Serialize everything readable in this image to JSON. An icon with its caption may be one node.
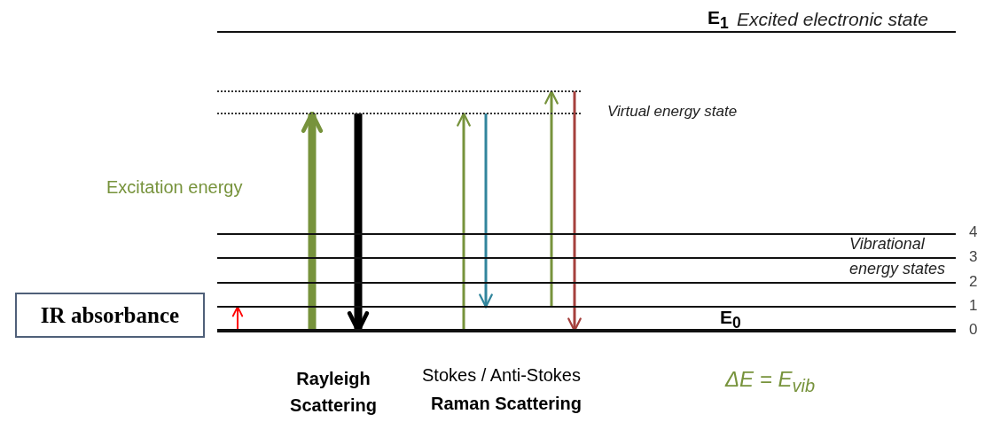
{
  "diagram": {
    "nodes": [
      {
        "text": [
          "IR absorbance"
        ]
      },
      {
        "text": [],
        "shape": "bar",
        "beside": [
          "E$_{0}$",
          "0"
        ]
      },
      {
        "text": [],
        "shape": "bar",
        "beside": [
          "1"
        ]
      },
      {
        "text": [],
        "shape": "bar",
        "beside": [
          "2"
        ]
      },
      {
        "text": [],
        "shape": "bar",
        "beside": [
          "3"
        ]
      },
      {
        "text": [],
        "shape": "bar",
        "beside": [
          "4"
        ]
      },
      {
        "text": [],
        "shape": "bar",
        "beside": [
          "Virtual energy state"
        ]
      },
      {
        "text": [],
        "shape": "bar"
      },
      {
        "text": [],
        "shape": "bar",
        "beside": [
          "E$_{1}$",
          "Excited electronic state"
        ]
      }
    ],
    "edges": [
      {
        "from": 1,
        "to": 2,
        "arrow": "to",
        "color": "#ff0000"
      },
      {
        "from": 1,
        "to": 6,
        "arrow": "to",
        "style": "thick"
      },
      {
        "from": 6,
        "to": 1,
        "arrow": "to",
        "style": "thick",
        "color": "#000000"
      },
      {
        "from": 1,
        "to": 6,
        "arrow": "to"
      },
      {
        "from": 6,
        "to": 2,
        "arrow": "to",
        "color": "#31859c"
      },
      {
        "from": 2,
        "to": 7,
        "arrow": "to"
      },
      {
        "from": 7,
        "to": 1,
        "arrow": "to",
        "color": "#a5403d"
      }
    ],
    "labels": [
      "Excitation energy",
      "Vibrational energy states",
      "Rayleigh Scattering",
      "Stokes / Anti-Stokes",
      "Raman Scattering",
      "ΔE = E$_{vib}$"
    ]
  }
}
